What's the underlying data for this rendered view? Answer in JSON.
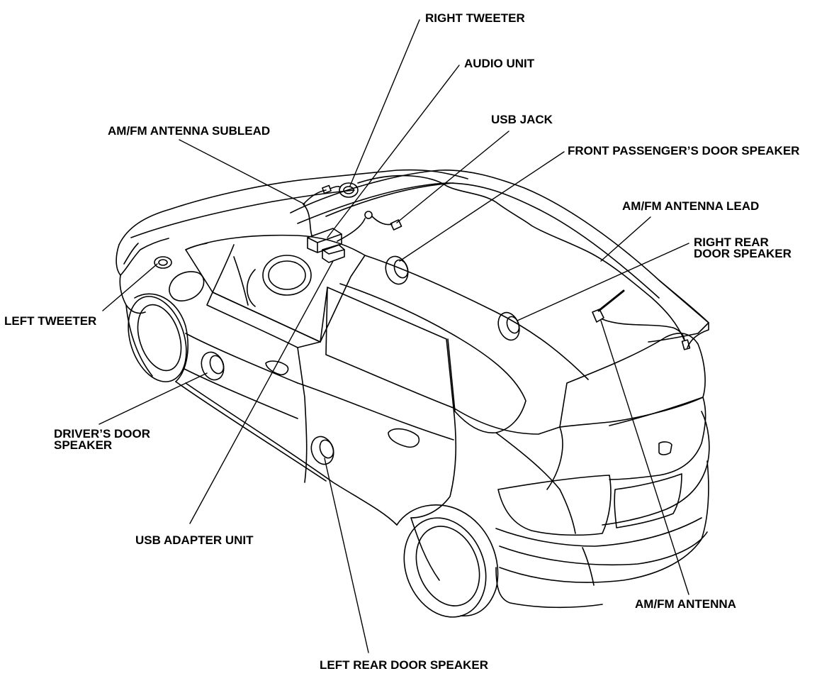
{
  "labels": {
    "right_tweeter": "RIGHT TWEETER",
    "audio_unit": "AUDIO UNIT",
    "usb_jack": "USB JACK",
    "am_fm_antenna_sublead": "AM/FM ANTENNA SUBLEAD",
    "front_passengers_door_speaker": "FRONT PASSENGER’S DOOR SPEAKER",
    "am_fm_antenna_lead": "AM/FM ANTENNA LEAD",
    "right_rear_door_speaker_line1": "RIGHT REAR",
    "right_rear_door_speaker_line2": "DOOR SPEAKER",
    "left_tweeter": "LEFT TWEETER",
    "drivers_door_speaker_line1": "DRIVER’S DOOR",
    "drivers_door_speaker_line2": "SPEAKER",
    "usb_adapter_unit": "USB ADAPTER UNIT",
    "am_fm_antenna": "AM/FM ANTENNA",
    "left_rear_door_speaker": "LEFT REAR DOOR SPEAKER"
  },
  "colors": {
    "line": "#000000",
    "background": "#ffffff"
  }
}
